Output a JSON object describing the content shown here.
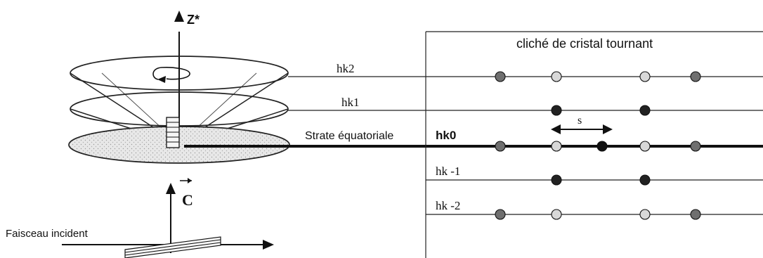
{
  "diagram": {
    "left_panel": {
      "axis_labels": {
        "z_star": "Z*",
        "c_vector": "C"
      },
      "beam_label": "Faisceau incident",
      "equatorial_label": "Strate équatoriale"
    },
    "right_panel": {
      "title": "cliché de cristal tournant",
      "spacing_label": "s",
      "layer_lines": [
        {
          "label": "hk2"
        },
        {
          "label": "hk1"
        },
        {
          "label": "hk0"
        },
        {
          "label": "hk -1"
        },
        {
          "label": "hk -2"
        }
      ]
    }
  }
}
